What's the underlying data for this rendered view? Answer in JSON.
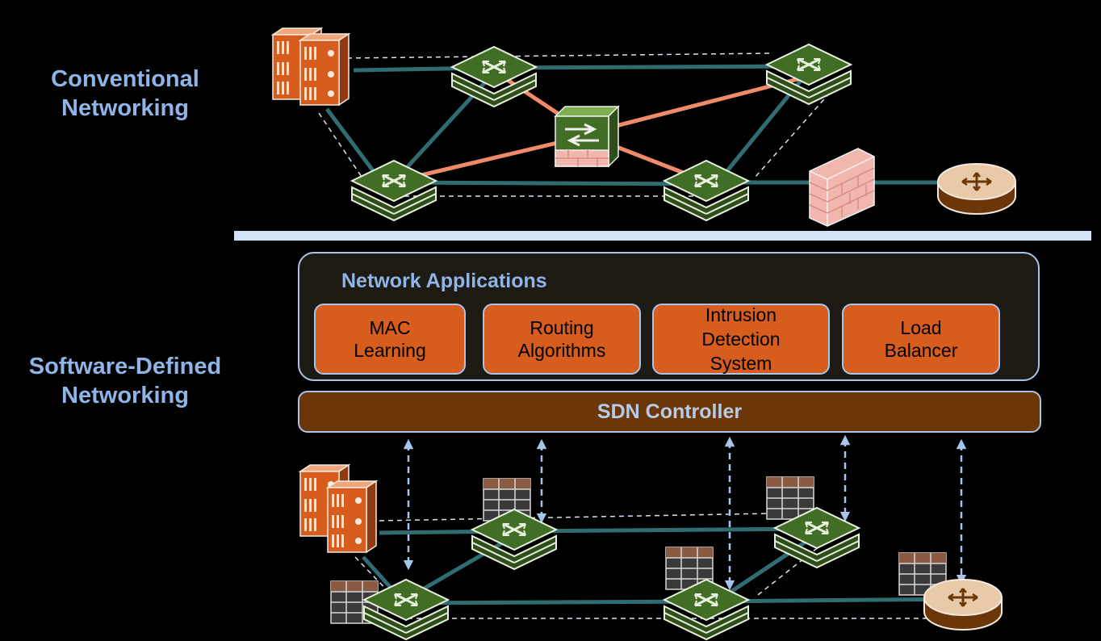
{
  "labels": {
    "conventional": "Conventional\nNetworking",
    "sdn": "Software-Defined\nNetworking"
  },
  "applications": {
    "title": "Network Applications",
    "items": [
      "MAC\nLearning",
      "Routing\nAlgorithms",
      "Intrusion\nDetection\nSystem",
      "Load\nBalancer"
    ]
  },
  "controller": "SDN Controller",
  "colors": {
    "background": "#000000",
    "label_blue": "#8fb4e6",
    "app_orange": "#d65d1e",
    "controller_brown": "#6b3608",
    "switch_green": "#3f6b24",
    "link_teal": "#2f6d73",
    "link_salmon": "#f08a6a",
    "server_orange": "#d65d1e",
    "firewall_pink": "#f1b6ad",
    "router_brown": "#6b3608"
  },
  "icons": [
    "server-icon",
    "switch-icon",
    "middlebox-icon",
    "firewall-icon",
    "router-icon",
    "flow-table-icon"
  ]
}
